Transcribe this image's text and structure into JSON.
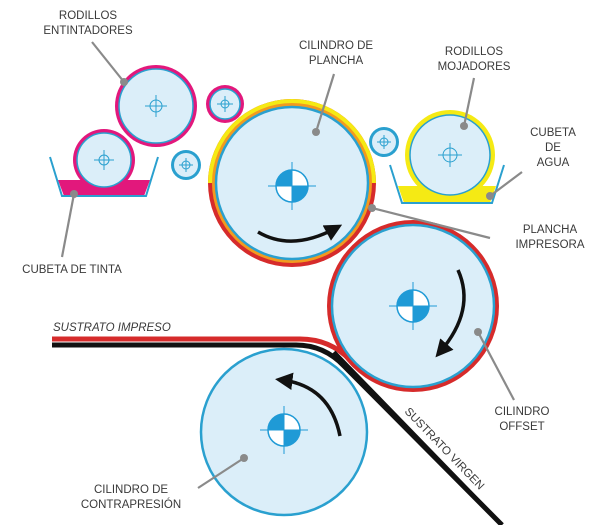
{
  "labels": {
    "inking_rollers_1": "RODILLOS",
    "inking_rollers_2": "ENTINTADORES",
    "plate_cylinder_1": "CILINDRO DE",
    "plate_cylinder_2": "PLANCHA",
    "dampening_rollers_1": "RODILLOS",
    "dampening_rollers_2": "MOJADORES",
    "water_tray_1": "CUBETA",
    "water_tray_2": "DE",
    "water_tray_3": "AGUA",
    "printing_plate_1": "PLANCHA",
    "printing_plate_2": "IMPRESORA",
    "ink_tray": "CUBETA DE TINTA",
    "printed_substrate": "SUSTRATO IMPRESO",
    "blank_substrate": "SUSTRATO VIRGEN",
    "offset_cylinder_1": "CILINDRO",
    "offset_cylinder_2": "OFFSET",
    "impression_cylinder_1": "CILINDRO DE",
    "impression_cylinder_2": "CONTRAPRESIÓN"
  },
  "colors": {
    "drum_fill": "#dbeef9",
    "drum_edge": "#2aa0cf",
    "ink": "#e2187c",
    "water": "#f5ea14",
    "plate_orange": "#f29a1f",
    "offset_red": "#d62b2b",
    "leader": "#8a8a8a",
    "arrow": "#111111",
    "substrate_black": "#111111"
  }
}
